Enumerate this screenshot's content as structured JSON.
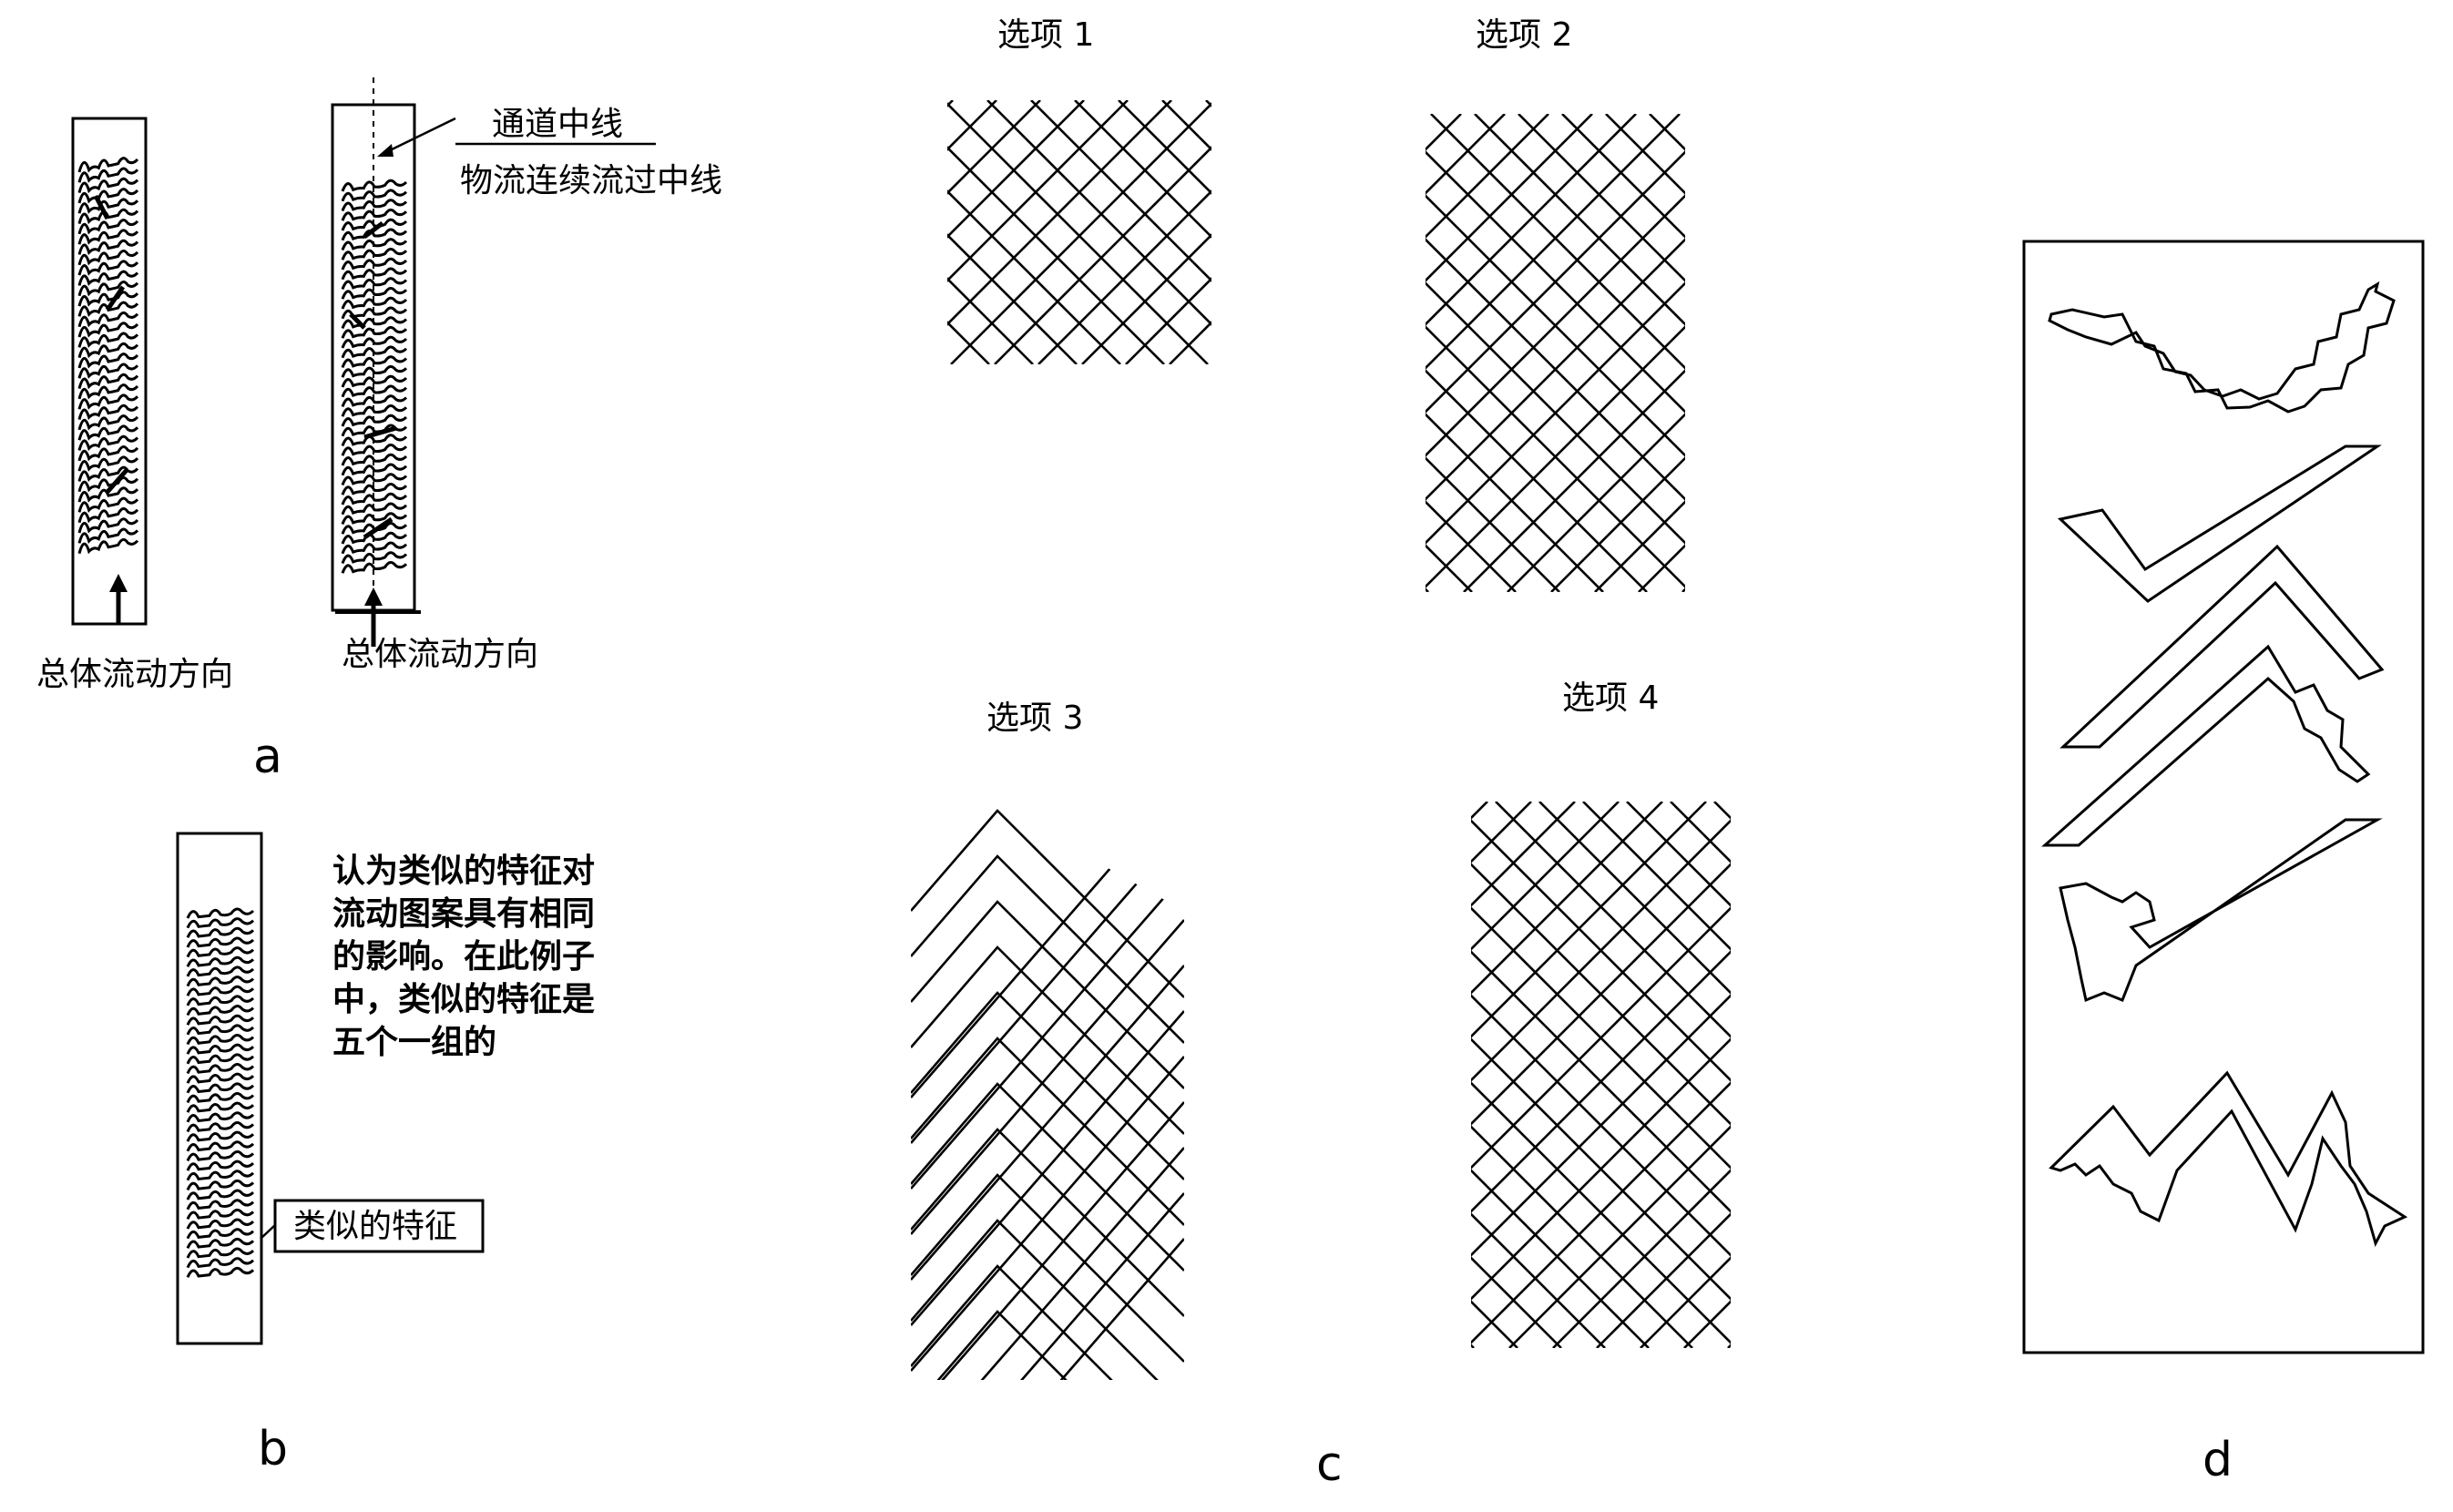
{
  "panels": {
    "a": {
      "letter": "a",
      "label_left": "总体流动方向",
      "label_right": "总体流动方向",
      "centerline_label": "通道中线",
      "centerline_note": "物流连续流过中线"
    },
    "b": {
      "letter": "b",
      "description_lines": [
        "认为类似的特征对",
        "流动图案具有相同",
        "的影响。在此例子",
        "中，类似的特征是",
        "五个一组的"
      ],
      "callout": "类似的特征"
    },
    "c": {
      "letter": "c",
      "option_labels": [
        "选项 1",
        "选项 2",
        "选项 3",
        "选项 4"
      ]
    },
    "d": {
      "letter": "d"
    }
  }
}
